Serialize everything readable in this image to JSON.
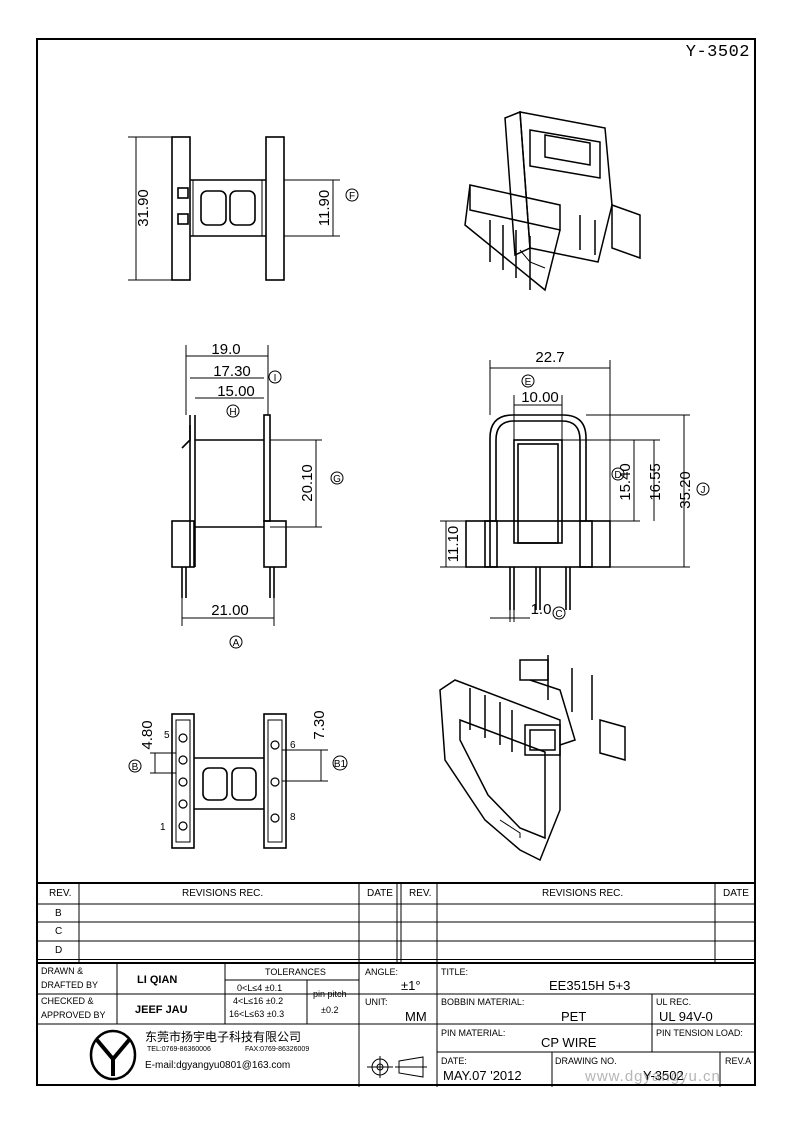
{
  "drawing_number": "Y-3502",
  "dimensions": {
    "top_height": "31.90",
    "top_window": "11.90",
    "side_w1": "19.0",
    "side_w2": "17.30",
    "side_w3": "15.00",
    "side_h": "20.10",
    "side_base": "21.00",
    "front_w": "22.7",
    "front_w2": "10.00",
    "front_h1": "15.40",
    "front_h2": "16.55",
    "front_h3": "35.20",
    "front_base": "11.10",
    "pin_dia": "1.0",
    "bottom_h1": "4.80",
    "bottom_h2": "7.30"
  },
  "callouts": [
    "A",
    "B",
    "B1",
    "C",
    "D",
    "E",
    "F",
    "G",
    "H",
    "I",
    "J"
  ],
  "pin_numbers": {
    "p5": "5",
    "p1": "1",
    "p6": "6",
    "p8": "8"
  },
  "revisions": {
    "headers": {
      "rev": "REV.",
      "rec": "REVISIONS   REC.",
      "date": "DATE"
    },
    "rows": [
      "B",
      "C",
      "D"
    ]
  },
  "title_block": {
    "drawn_label": "DRAWN  &\nDRAFTED  BY",
    "drawn_label_1": "DRAWN  &",
    "drawn_label_2": "DRAFTED  BY",
    "drawn_by": "LI QIAN",
    "checked_label_1": "CHECKED  &",
    "checked_label_2": "APPROVED  BY",
    "checked_by": "JEEF JAU",
    "tolerances_label": "TOLERANCES",
    "tol_1": "0<L≤4    ±0.1",
    "tol_2": "4<L≤16  ±0.2",
    "tol_3": "16<L≤63  ±0.3",
    "pin_pitch_label": "pin pitch",
    "pin_pitch_tol": "±0.2",
    "angle_label": "ANGLE:",
    "angle_value": "±1°",
    "unit_label": "UNIT:",
    "unit_value": "MM",
    "title_label": "TITLE:",
    "title_value": "EE3515H  5+3",
    "bobbin_label": "BOBBIN MATERIAL:",
    "bobbin_value": "PET",
    "ul_label": "UL REC.",
    "ul_value": "UL 94V-0",
    "pin_material_label": "PIN MATERIAL:",
    "pin_material_value": "CP WIRE",
    "pin_tension_label": "PIN TENSION LOAD:",
    "date_label": "DATE:",
    "date_value": "MAY.07  '2012",
    "drawing_no_label": "DRAWING NO.",
    "drawing_no_value": "Y-3502",
    "rev_label": "REV.A",
    "company_cn": "东莞市扬宇电子科技有限公司",
    "tel": "TEL:0769-86360006",
    "fax": "FAX:0769-86326009",
    "email": "E-mail:dgyangyu0801@163.com",
    "watermark": "www.dgyangyu.cn"
  }
}
